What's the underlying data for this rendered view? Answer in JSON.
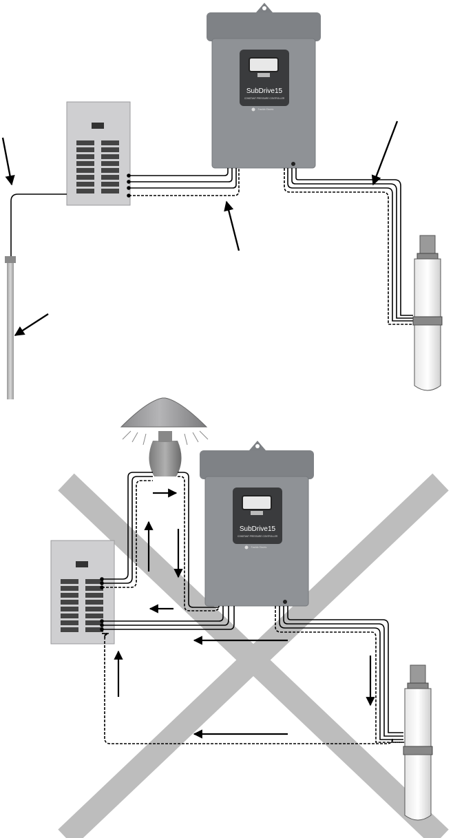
{
  "controller": {
    "brand": "SubDrive15",
    "subtitle": "CONSTANT PRESSURE CONTROLLER",
    "maker": "Franklin Electric"
  },
  "colors": {
    "enclosure": "#8f9296",
    "enclosure_dark": "#6e7175",
    "panel": "#c9c9cb",
    "cross": "#bdbdbd",
    "wire": "#000000"
  }
}
